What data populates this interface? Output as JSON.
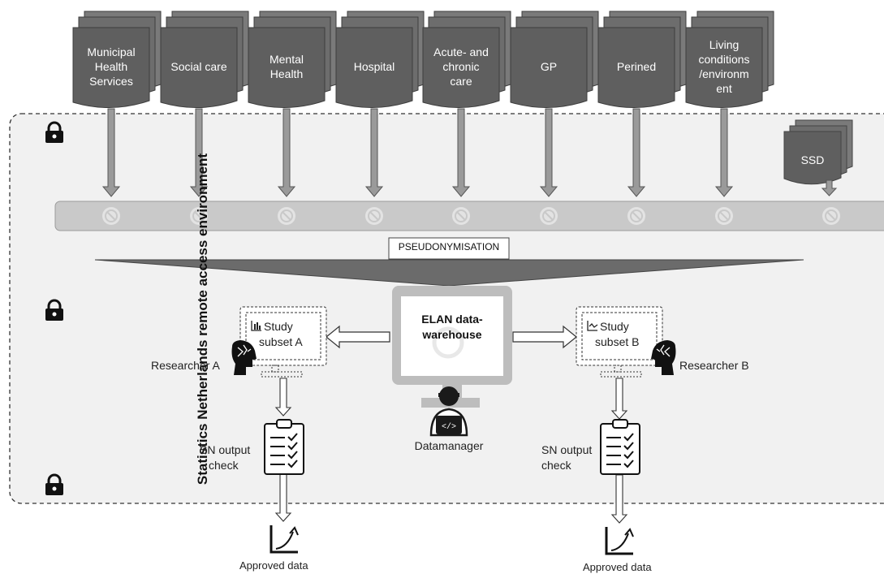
{
  "sources": [
    {
      "label": "Municipal\nHealth\nServices"
    },
    {
      "label": "Social care"
    },
    {
      "label": "Mental\nHealth"
    },
    {
      "label": "Hospital"
    },
    {
      "label": "Acute- and\nchronic\ncare"
    },
    {
      "label": "GP"
    },
    {
      "label": "Perined"
    },
    {
      "label": "Living\nconditions\n/environm\nent"
    }
  ],
  "ssd": {
    "label": "SSD"
  },
  "environment_label": "Statistics Netherlands remote access environment",
  "pseudonymisation_label": "PSEUDONYMISATION",
  "warehouse": {
    "line1": "ELAN data-",
    "line2": "warehouse"
  },
  "datamanager_label": "Datamanager",
  "subset_a": {
    "line1": "Study",
    "line2": "subset A"
  },
  "subset_b": {
    "line1": "Study",
    "line2": "subset B"
  },
  "researcher_a": "Researcher A",
  "researcher_b": "Researcher B",
  "output_check": {
    "line1": "SN output",
    "line2": "check"
  },
  "approved_label": "Approved data",
  "colors": {
    "doc": "#5f5f5f",
    "doc_back": "#7a7a7a",
    "band": "#c9c9c9",
    "arrow": "#9a9a9a",
    "env_bg": "#f1f1f1",
    "monitor": "#bdbdbd"
  }
}
